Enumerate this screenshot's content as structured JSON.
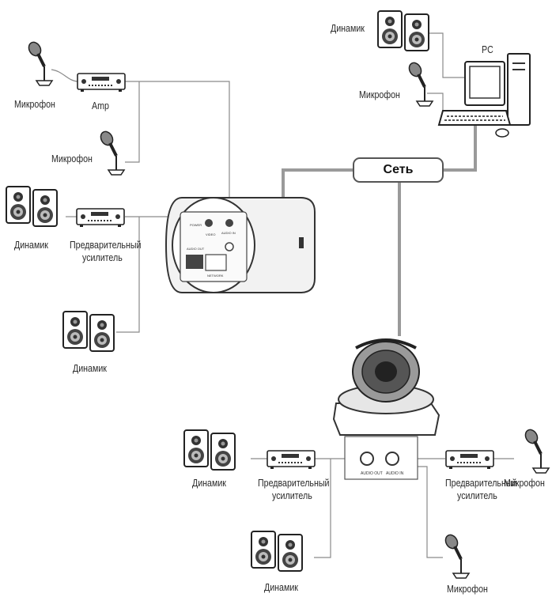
{
  "labels": {
    "pc": "PC",
    "network": "Сеть",
    "amp": "Amp",
    "speaker": "Динамик",
    "microphone": "Микрофон",
    "preamp_line1": "Предварительный",
    "preamp_line2": "усилитель"
  },
  "camera_panel": {
    "power": "POWER",
    "video": "VIDEO",
    "audio_in": "AUDIO IN",
    "audio_out": "AUDIO OUT",
    "network": "NETWORK"
  },
  "dome_panel": {
    "audio_out": "AUDIO OUT",
    "audio_in": "AUDIO IN"
  },
  "colors": {
    "cable": "#8a8a8a",
    "network_cable": "#9a9a9a",
    "outline": "#333333"
  }
}
